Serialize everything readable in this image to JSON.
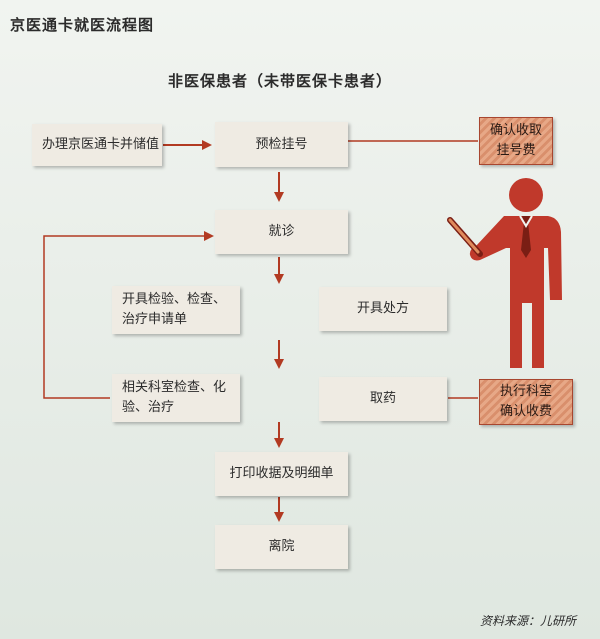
{
  "page_title": "京医通卡就医流程图",
  "subtitle": "非医保患者（未带医保卡患者）",
  "source": "资料来源：儿研所",
  "colors": {
    "arrow": "#b23a22",
    "figure": "#c0392b",
    "pay_box": "#e39b79",
    "box": "#efebe3"
  },
  "nodes": {
    "card": "办理京医通卡并储值",
    "precheck": "预检挂号",
    "pay_reg": [
      "确认收取",
      "挂号费"
    ],
    "visit": "就诊",
    "orders": [
      "开具检验、检查、",
      "治疗申请单"
    ],
    "prescription": "开具处方",
    "exams": [
      "相关科室检查、化",
      "验、治疗"
    ],
    "medicine": "取药",
    "pay_dept": [
      "执行科室",
      "确认收费"
    ],
    "print": "打印收据及明细单",
    "leave": "离院"
  },
  "figure_icon": "presenter-figure-icon"
}
